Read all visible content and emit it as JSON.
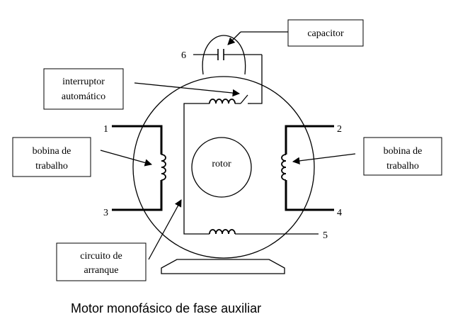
{
  "labels": {
    "capacitor": "capacitor",
    "interruptor_line1": "interruptor",
    "interruptor_line2": "automático",
    "bobina_left_line1": "bobina de",
    "bobina_left_line2": "trabalho",
    "bobina_right_line1": "bobina de",
    "bobina_right_line2": "trabalho",
    "rotor": "rotor",
    "circuito_line1": "circuito de",
    "circuito_line2": "arranque"
  },
  "terminals": {
    "t1": "1",
    "t2": "2",
    "t3": "3",
    "t4": "4",
    "t5": "5",
    "t6": "6"
  },
  "caption": "Motor monofásico de fase auxiliar"
}
